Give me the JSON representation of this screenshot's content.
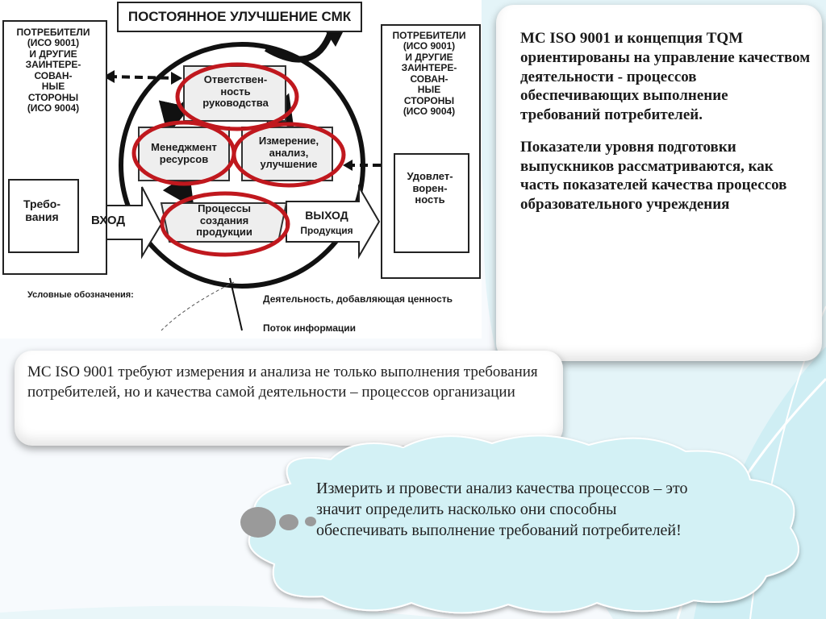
{
  "diagram": {
    "title": "ПОСТОЯННОЕ УЛУЧШЕНИЕ СМК",
    "left_stakeholders": [
      "ПОТРЕБИТЕЛИ",
      "(ИСО 9001)",
      "И ДРУГИЕ",
      "ЗАИНТЕРЕ-",
      "СОВАН-",
      "НЫЕ",
      "СТОРОНЫ",
      "(ИСО 9004)"
    ],
    "right_stakeholders": [
      "ПОТРЕБИТЕЛИ",
      "(ИСО 9001)",
      "И ДРУГИЕ",
      "ЗАИНТЕРЕ-",
      "СОВАН-",
      "НЫЕ",
      "СТОРОНЫ",
      "(ИСО 9004)"
    ],
    "requirements": [
      "Требо-",
      "вания"
    ],
    "input_label": "ВХОД",
    "satisfaction": [
      "Удовлет-",
      "ворен-",
      "ность"
    ],
    "output_label": "ВЫХОД",
    "output_sub": "Продукция",
    "node_responsibility": [
      "Ответствен-",
      "ность",
      "руководства"
    ],
    "node_resources": [
      "Менеджмент",
      "ресурсов"
    ],
    "node_measurement": [
      "Измерение,",
      "анализ,",
      "улучшение"
    ],
    "node_processes": [
      "Процессы",
      "создания",
      "продукции"
    ],
    "legend_title": "Условные обозначения:",
    "legend_activity": "Деятельность, добавляющая ценность",
    "legend_info": "Поток информации"
  },
  "right_card": {
    "paragraph1": "МС ISO 9001 и концепция TQM ориентированы на управление качеством деятельности - процессов обеспечивающих выполнение требований потребителей.",
    "paragraph2": "Показатели уровня подготовки выпускников рассматриваются, как часть показателей качества процессов образовательного учреждения"
  },
  "bottom_card": {
    "text": "МС ISO 9001 требуют измерения и анализа не только выполнения требования потребителей, но и качества самой деятельности – процессов организации"
  },
  "cloud": {
    "text": "Измерить и провести анализ качества процессов – это значит определить насколько они способны обеспечивать выполнение требований потребителей!"
  },
  "colors": {
    "highlight_ring": "#c0181e",
    "cloud_fill": "#d3f1f5",
    "accent_teal": "#bfe6ee"
  }
}
